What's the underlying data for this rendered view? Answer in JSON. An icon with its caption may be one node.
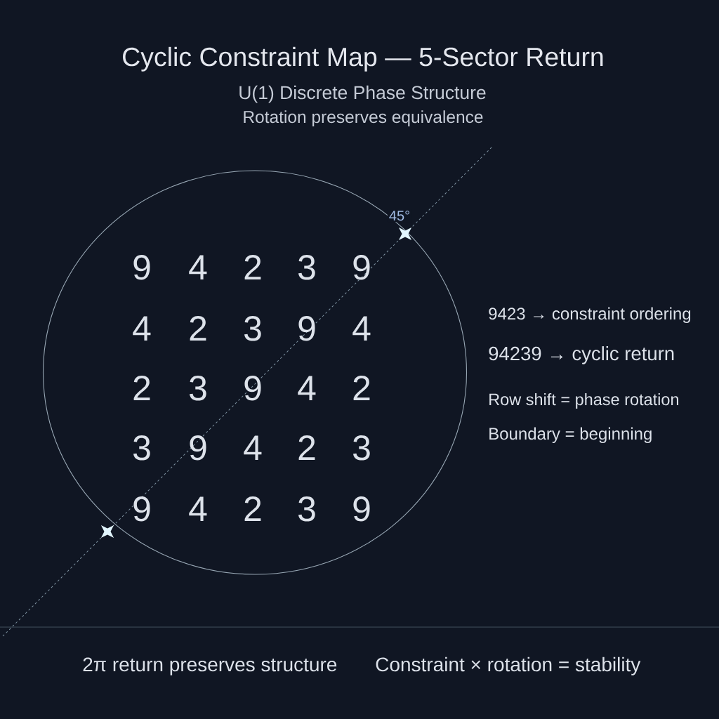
{
  "diagram": {
    "title": "Cyclic Constraint Map — 5-Sector Return",
    "labels": [
      "U(1) Discrete Phase Structure",
      "Rotation preserves equivalence",
      "45°",
      "9",
      "4",
      "2",
      "3",
      "9",
      "4",
      "2",
      "3",
      "9",
      "4",
      "2",
      "3",
      "9",
      "4",
      "2",
      "3",
      "9",
      "4",
      "2",
      "3",
      "9",
      "4",
      "2",
      "3",
      "9",
      "9423 → constraint ordering",
      "94239 → cyclic return",
      "Row shift = phase rotation",
      "Boundary = beginning",
      "2π return preserves structure",
      "Constraint × rotation = stability"
    ]
  }
}
